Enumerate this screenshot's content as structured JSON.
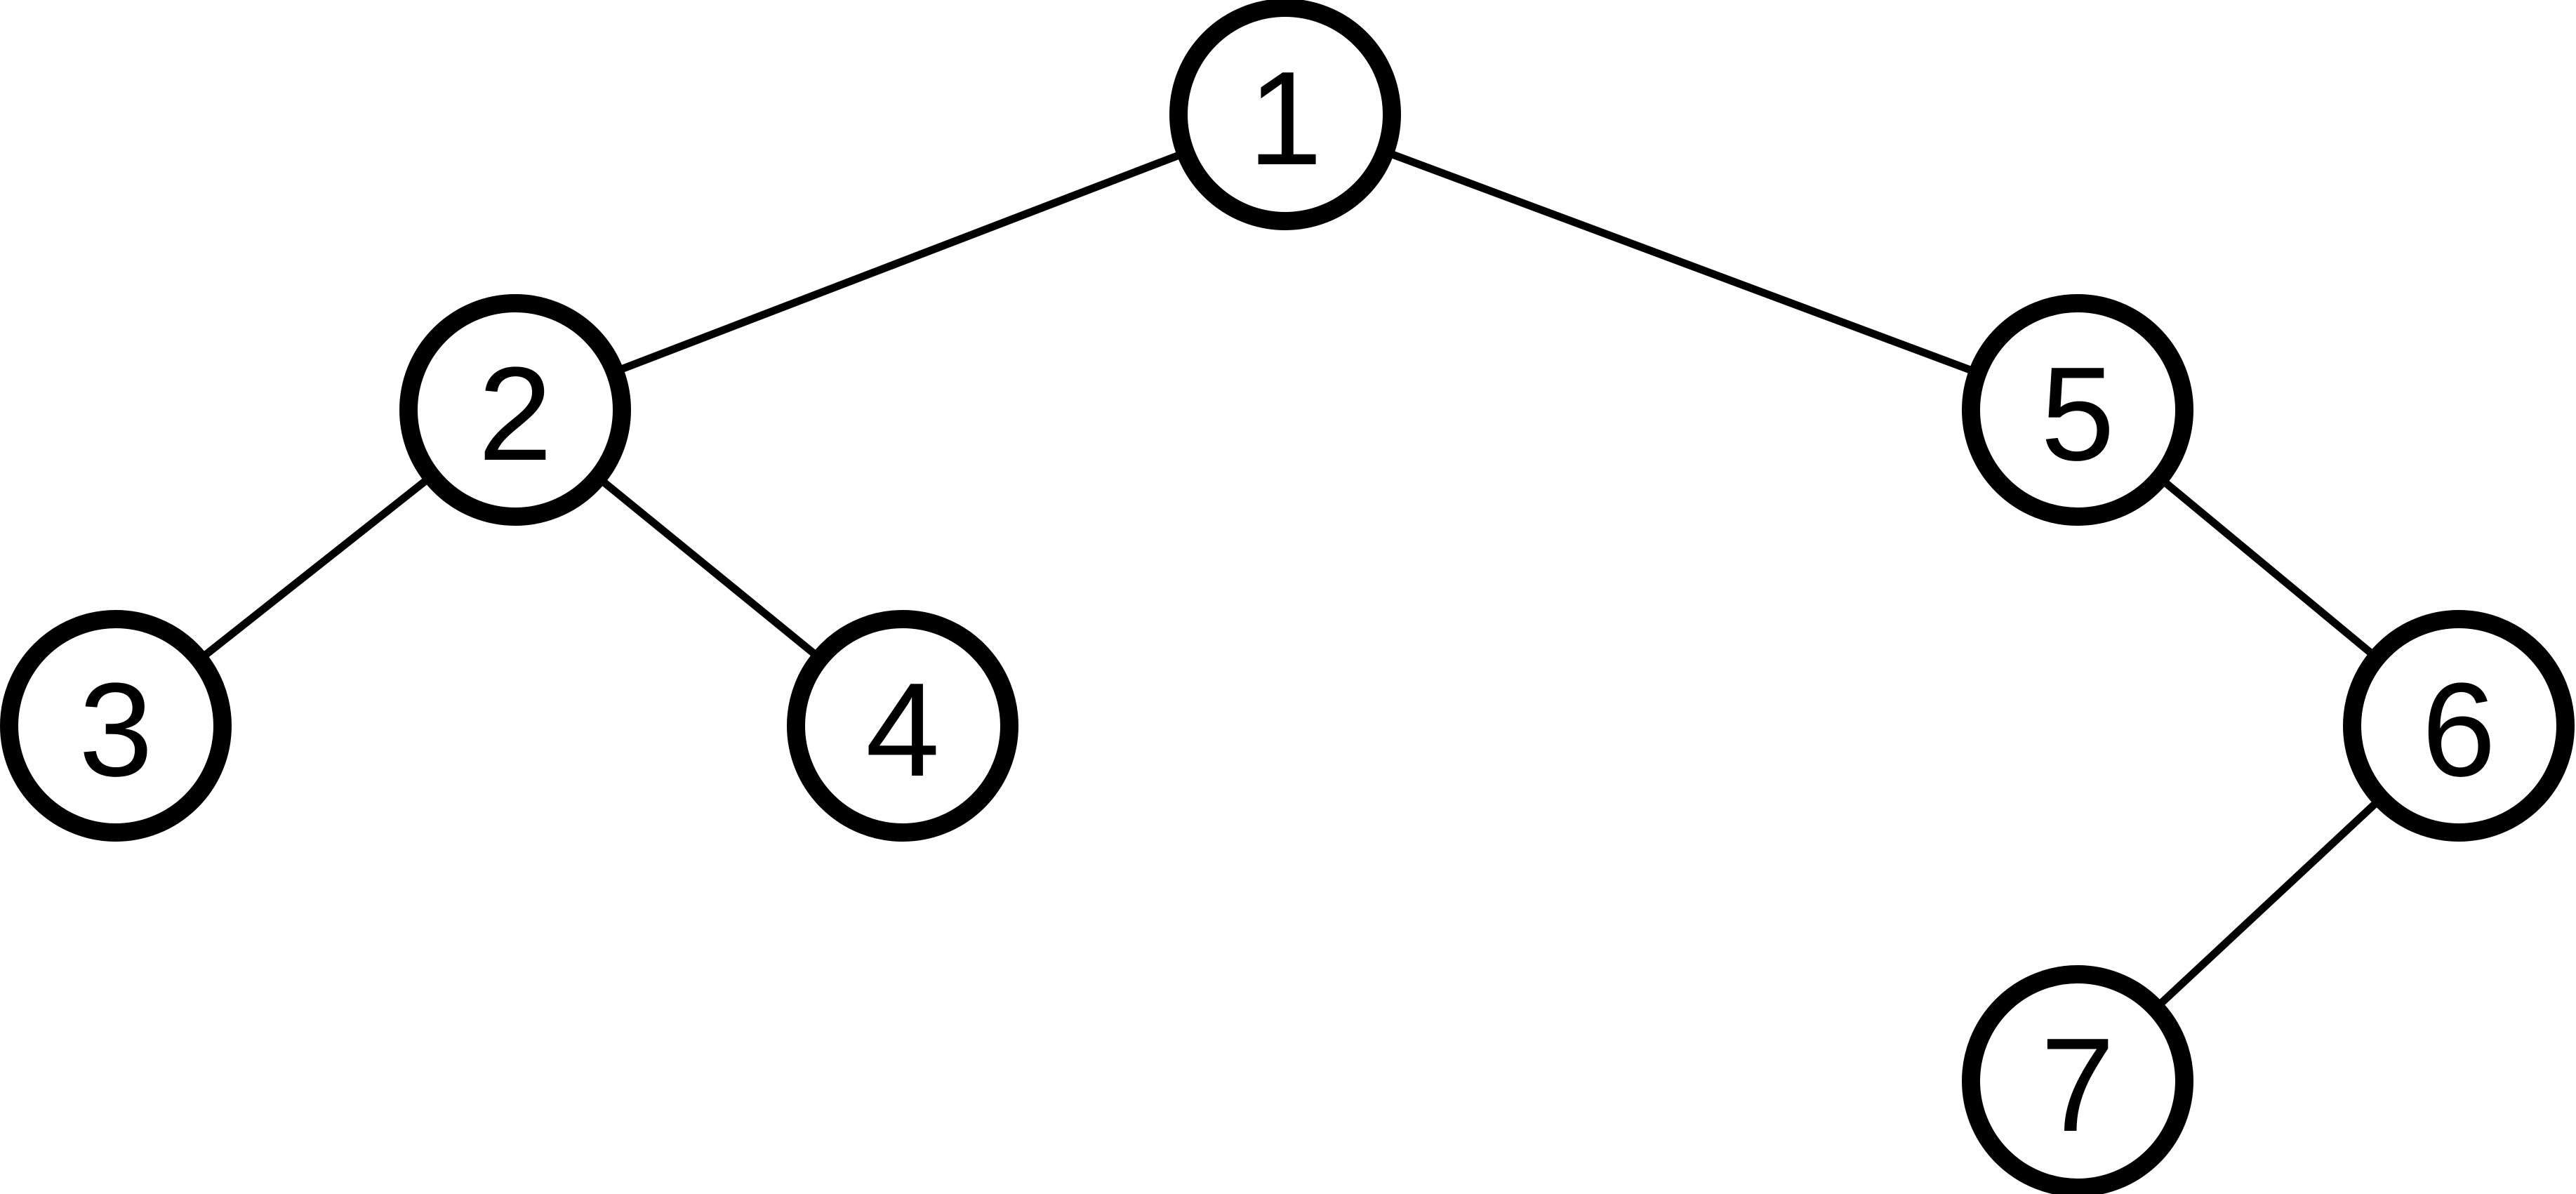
{
  "tree": {
    "nodes": [
      {
        "id": "1",
        "label": "1"
      },
      {
        "id": "2",
        "label": "2"
      },
      {
        "id": "5",
        "label": "5"
      },
      {
        "id": "3",
        "label": "3"
      },
      {
        "id": "4",
        "label": "4"
      },
      {
        "id": "6",
        "label": "6"
      },
      {
        "id": "7",
        "label": "7"
      }
    ],
    "edges": [
      {
        "from": "1",
        "to": "2"
      },
      {
        "from": "1",
        "to": "5"
      },
      {
        "from": "2",
        "to": "3"
      },
      {
        "from": "2",
        "to": "4"
      },
      {
        "from": "5",
        "to": "6"
      },
      {
        "from": "6",
        "to": "7"
      }
    ]
  },
  "colors": {
    "stroke": "#000000",
    "fill": "#ffffff",
    "text": "#000000"
  }
}
